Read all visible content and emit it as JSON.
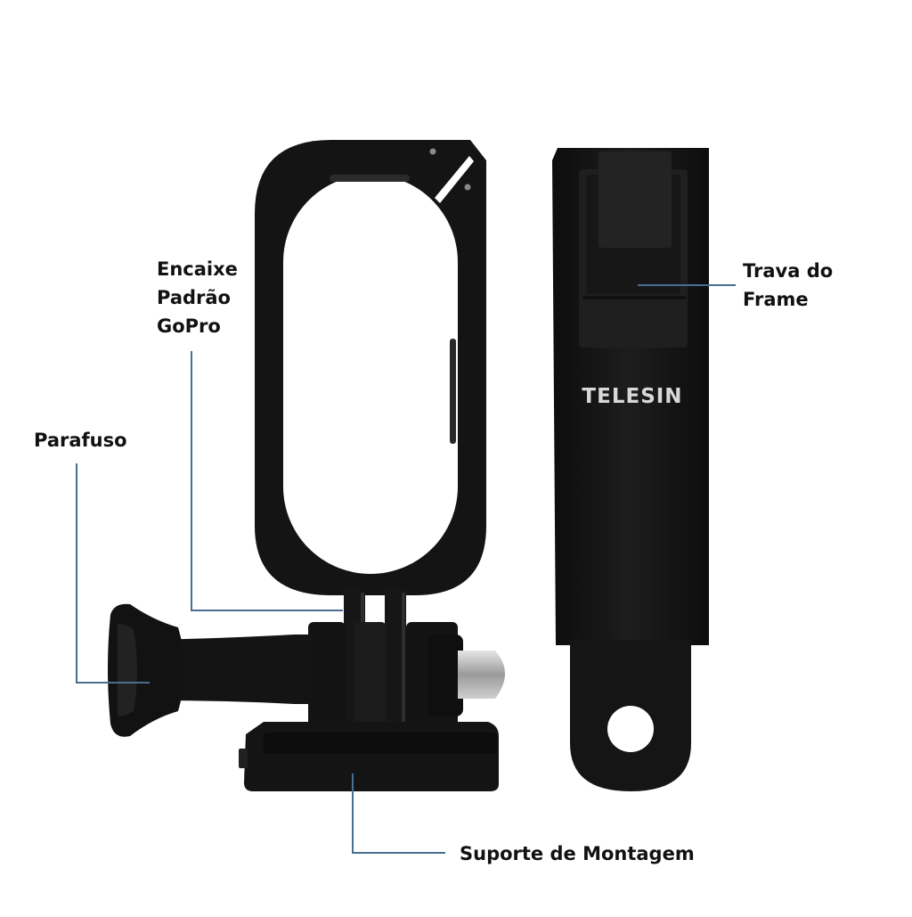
{
  "labels": {
    "encaixe": [
      "Encaixe",
      "Padrão",
      "GoPro"
    ],
    "parafuso": "Parafuso",
    "trava": [
      "Trava do",
      "Frame"
    ],
    "suporte": "Suporte de Montagem"
  },
  "brand": "TELESIN",
  "colors": {
    "leader_line": "#4a6d93",
    "body": "#151515",
    "body_highlight": "#2b2b2b",
    "logo": "#d8d8d8",
    "steel": "#b8b8b8"
  }
}
